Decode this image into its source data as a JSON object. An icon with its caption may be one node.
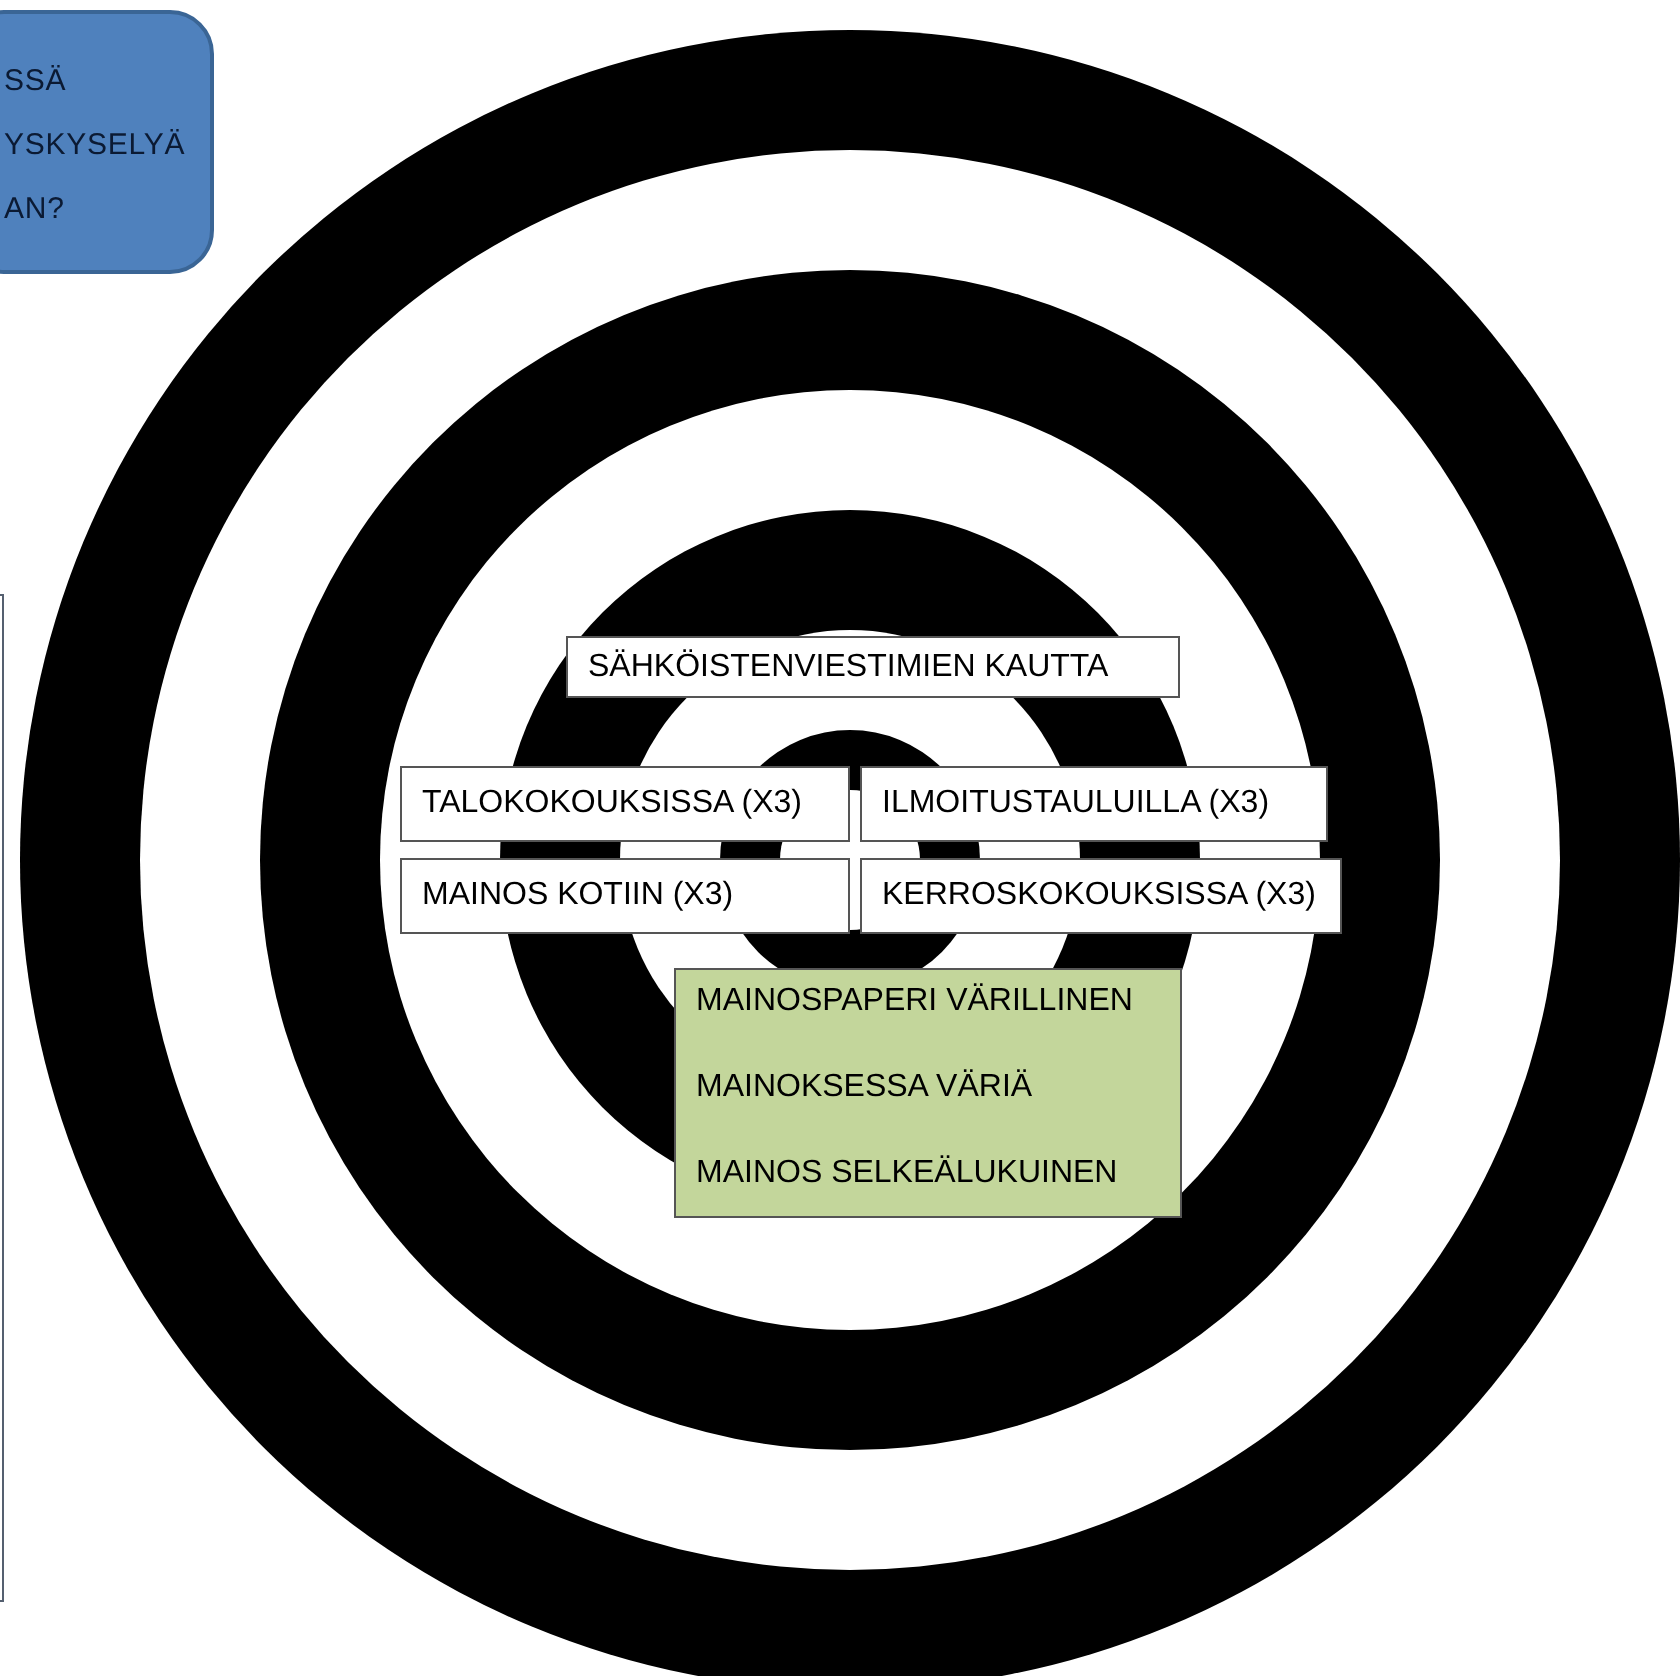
{
  "diagram": {
    "nodes": [
      {
        "text": [
          "SSÄ YSKYSELYÄ AN?"
        ]
      },
      {
        "text": [],
        "shape": "box"
      },
      {
        "text": [
          "SÄHKÖISTENVIESTIMIEN KAUTTA"
        ]
      },
      {
        "text": [
          "TALOKOKOUKSISSA (X3)"
        ]
      },
      {
        "text": [
          "ILMOITUSTAULUILLA (X3)"
        ]
      },
      {
        "text": [
          "MAINOS KOTIIN (X3)"
        ]
      },
      {
        "text": [
          "KERROSKOKOUKSISSA (X3)"
        ]
      },
      {
        "text": [
          "MAINOSPAPERI VÄRILLINEN",
          "MAINOKSESSA VÄRIÄ",
          "MAINOS SELKEÄLUKUINEN"
        ]
      }
    ]
  }
}
